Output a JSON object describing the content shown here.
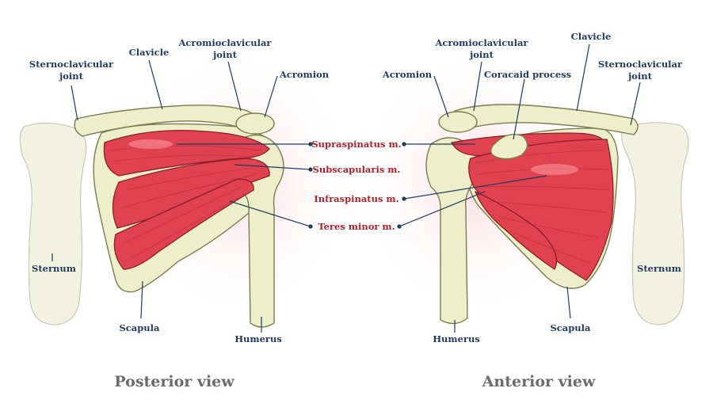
{
  "posterior": {
    "view_title": "Posterior view",
    "labels": {
      "sternoclavicular_1": "Sternoclavicular",
      "sternoclavicular_2": "joint",
      "clavicle": "Clavicle",
      "acromioclavicular_1": "Acromioclavicular",
      "acromioclavicular_2": "joint",
      "acromion": "Acromion",
      "sternum": "Sternum",
      "scapula": "Scapula",
      "humerus": "Humerus"
    }
  },
  "anterior": {
    "view_title": "Anterior view",
    "labels": {
      "acromioclavicular_1": "Acromioclavicular",
      "acromioclavicular_2": "joint",
      "clavicle": "Clavicle",
      "acromion": "Acromion",
      "coracoid": "Coracaid process",
      "sternoclavicular_1": "Sternoclavicular",
      "sternoclavicular_2": "joint",
      "sternum": "Sternum",
      "scapula": "Scapula",
      "humerus": "Humerus"
    }
  },
  "muscles": {
    "supraspinatus": "Supraspinatus m.",
    "subscapularis": "Subscapularis m.",
    "infraspinatus": "Infraspinatus m.",
    "teres_minor": "Teres minor m."
  },
  "colors": {
    "muscle": "#e0434f",
    "bone": "#ecefc9",
    "label_text": "#1f3a5c",
    "muscle_label_text": "#b3202a"
  }
}
